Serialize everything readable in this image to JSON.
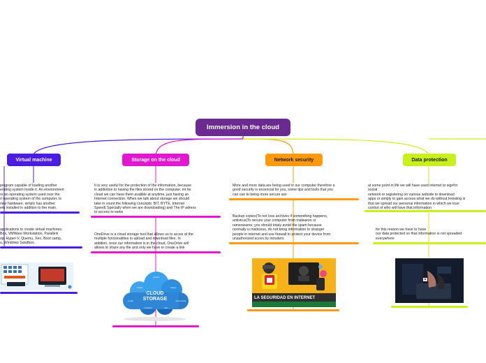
{
  "central": {
    "title": "Immersion in the cloud",
    "color": "#6a2a8f"
  },
  "branches": [
    {
      "title": "Virtual machine",
      "color": "#4b1de0",
      "notes": [
        "program capable of loading another\nerating system inside it. An environment\nre an operating system used over the\nn operating system of the computer. Is\nnew hardware, simply has another\nem installed in addition to the main.",
        "applications to create virtual machines:\nBox, VMWare Workstation, Parallels\nop, Hyper-V, Quemu, Xen, Boot camp,\nu, Windows Sandbox."
      ]
    },
    {
      "title": "Storage on the cloud",
      "color": "#e118d0",
      "notes": [
        "It is very useful for the protection of the information, because\nin addiotion to having the files stored on the computer, int he\ncloud we can have them avalible at anytime, just having an\nInternet connection. When we talk about storage we should\ntake in count the following concepts: BIT, BYTE, Internet\nSpeed( Specially when we are downloading) and The IP adress\nto access to webs",
        "OneDrive is a cloud storage tool that allows us to acces at the\nmultiple funcionalities to upload and download files. In\naddition, once our information is in the cloud, OneDrive will\nallows to share any file and only we have to create a link"
      ],
      "image_text": [
        "CLOUD",
        "STORAGE"
      ],
      "image_labels": [
        "photos",
        "music",
        "videos",
        "documents",
        "contacts",
        "files",
        "email"
      ]
    },
    {
      "title": "Network security",
      "color": "#ff9a0e",
      "notes": [
        "More and more data are being used in our computer therefore a\ngood security is escencial for you, some tips and tools that you\ncan use to being more secure are:",
        "Backup copies(To not loss archives if somenthing happens,\nantivirus(To secure your computer from malwares or\nramsowares, you should totaly avoid the spam because\nnormally is malicious, do not bring information to stranger\npeople in internet and use firewall to protect your device from\nunauthorized acces by intruders"
      ],
      "image_text": "LA SEGURIDAD EN INTERNET"
    },
    {
      "title": "Data protection",
      "color": "#c9f01a",
      "notes": [
        "at some point in life we will have used internet to signfor\nsocial\nnetwork or registering on various website to download\napps or simply to gain access what we do without knowing is\nthat we spread our personal information in which we lose\ncontrol of who will have that information",
        "for this reason we have to have\nour data protected so that information is not spreaded\neverywhere"
      ]
    }
  ],
  "icons": [
    "computer-icon",
    "cloud-icon",
    "security-icon",
    "hacker-icon"
  ]
}
